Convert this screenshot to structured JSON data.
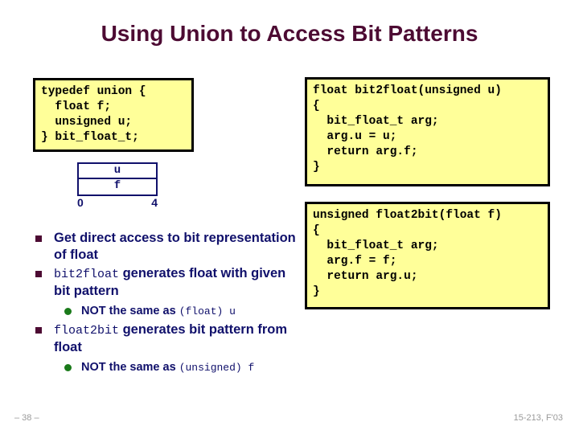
{
  "slide": {
    "title": "Using Union to Access Bit Patterns",
    "colors": {
      "title": "#4d0b33",
      "body_text": "#10106b",
      "code_bg": "#ffff99",
      "code_border": "#000000",
      "bullet_square": "#4d0b33",
      "bullet_circle": "#1a7a1a",
      "footer": "#9a9a9a"
    }
  },
  "code_typedef": {
    "text": "typedef union {\n  float f;\n  unsigned u;\n} bit_float_t;"
  },
  "code_bit2float": {
    "text": "float bit2float(unsigned u)\n{\n  bit_float_t arg;\n  arg.u = u;\n  return arg.f;\n}"
  },
  "code_float2bit": {
    "text": "unsigned float2bit(float f)\n{\n  bit_float_t arg;\n  arg.f = f;\n  return arg.u;\n}"
  },
  "union_diagram": {
    "upper_label": "u",
    "lower_label": "f",
    "axis_start": "0",
    "axis_end": "4"
  },
  "bullets": [
    {
      "level": 1,
      "marker": "square-bullet",
      "parts": [
        {
          "style": "text",
          "value": "Get direct access to bit representation of float"
        }
      ]
    },
    {
      "level": 1,
      "marker": "square-bullet",
      "parts": [
        {
          "style": "code",
          "value": "bit2float"
        },
        {
          "style": "text",
          "value": " generates float with given bit pattern"
        }
      ]
    },
    {
      "level": 2,
      "marker": "circle-bullet",
      "parts": [
        {
          "style": "text",
          "value": "NOT the same as "
        },
        {
          "style": "code",
          "value": "(float) u"
        }
      ]
    },
    {
      "level": 1,
      "marker": "square-bullet",
      "parts": [
        {
          "style": "code",
          "value": "float2bit"
        },
        {
          "style": "text",
          "value": " generates bit pattern from float"
        }
      ]
    },
    {
      "level": 2,
      "marker": "circle-bullet",
      "parts": [
        {
          "style": "text",
          "value": "NOT the same as "
        },
        {
          "style": "code",
          "value": "(unsigned) f"
        }
      ]
    }
  ],
  "footer": {
    "slide_number": "– 38 –",
    "course": "15-213, F'03"
  }
}
